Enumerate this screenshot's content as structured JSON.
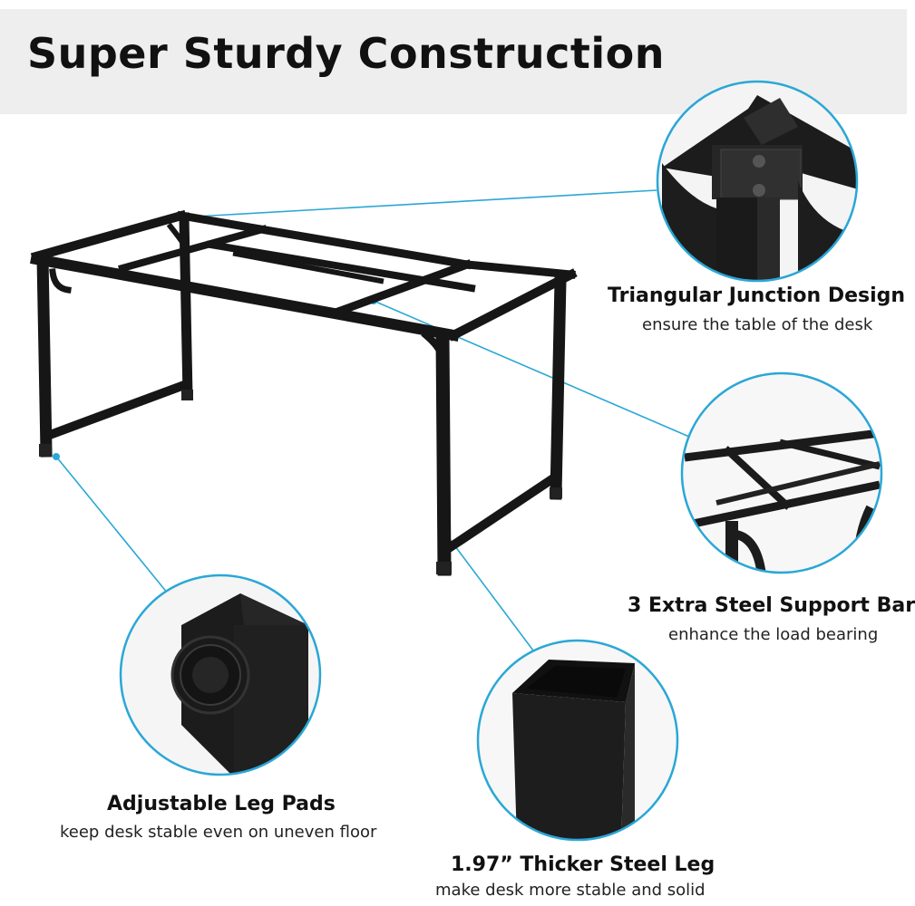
{
  "header": {
    "title": "Super Sturdy Construction"
  },
  "features": [
    {
      "title": "Triangular Junction Design",
      "subtitle": "ensure the table of the desk"
    },
    {
      "title": "3 Extra Steel Support Bar",
      "subtitle": "enhance the load bearing"
    },
    {
      "title": "Adjustable Leg Pads",
      "subtitle": "keep desk stable even on uneven floor"
    },
    {
      "title": "1.97” Thicker Steel Leg",
      "subtitle": "make desk more stable and solid"
    }
  ],
  "colors": {
    "accent": "#2aa7d6",
    "frame": "#1e1e1e",
    "band": "#eeeeee"
  }
}
